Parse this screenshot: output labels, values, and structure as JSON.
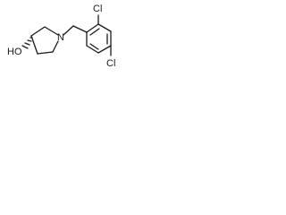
{
  "structure": {
    "atoms": {
      "nitrogen": "N",
      "hydroxyl": "HO",
      "chlorine_ortho": "Cl",
      "chlorine_para": "Cl"
    },
    "stereo": {
      "hashed_wedge": true
    }
  }
}
